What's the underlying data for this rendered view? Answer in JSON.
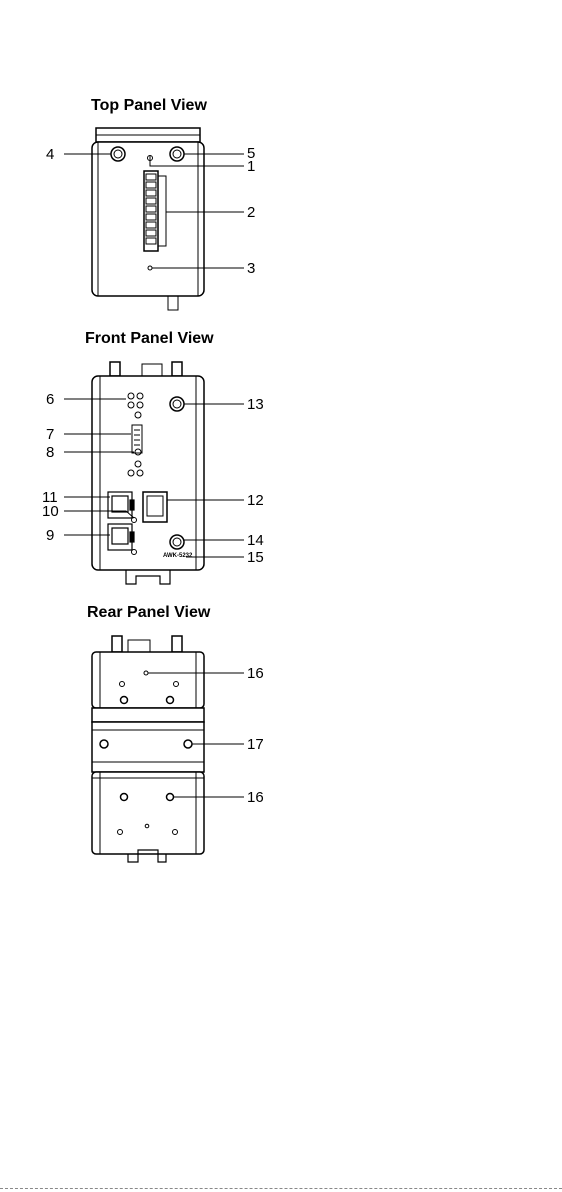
{
  "panels": {
    "top": {
      "title": "Top Panel View"
    },
    "front": {
      "title": "Front Panel View",
      "model_label": "AWK-5232"
    },
    "rear": {
      "title": "Rear Panel View"
    }
  },
  "callouts": {
    "c1": "1",
    "c2": "2",
    "c3": "3",
    "c4": "4",
    "c5": "5",
    "c6": "6",
    "c7": "7",
    "c8": "8",
    "c9": "9",
    "c10": "10",
    "c11": "11",
    "c12": "12",
    "c13": "13",
    "c14": "14",
    "c15": "15",
    "c16a": "16",
    "c17": "17",
    "c16b": "16"
  },
  "colors": {
    "line": "#000000",
    "body": "#ffffff",
    "shade": "#d9d9d9"
  }
}
